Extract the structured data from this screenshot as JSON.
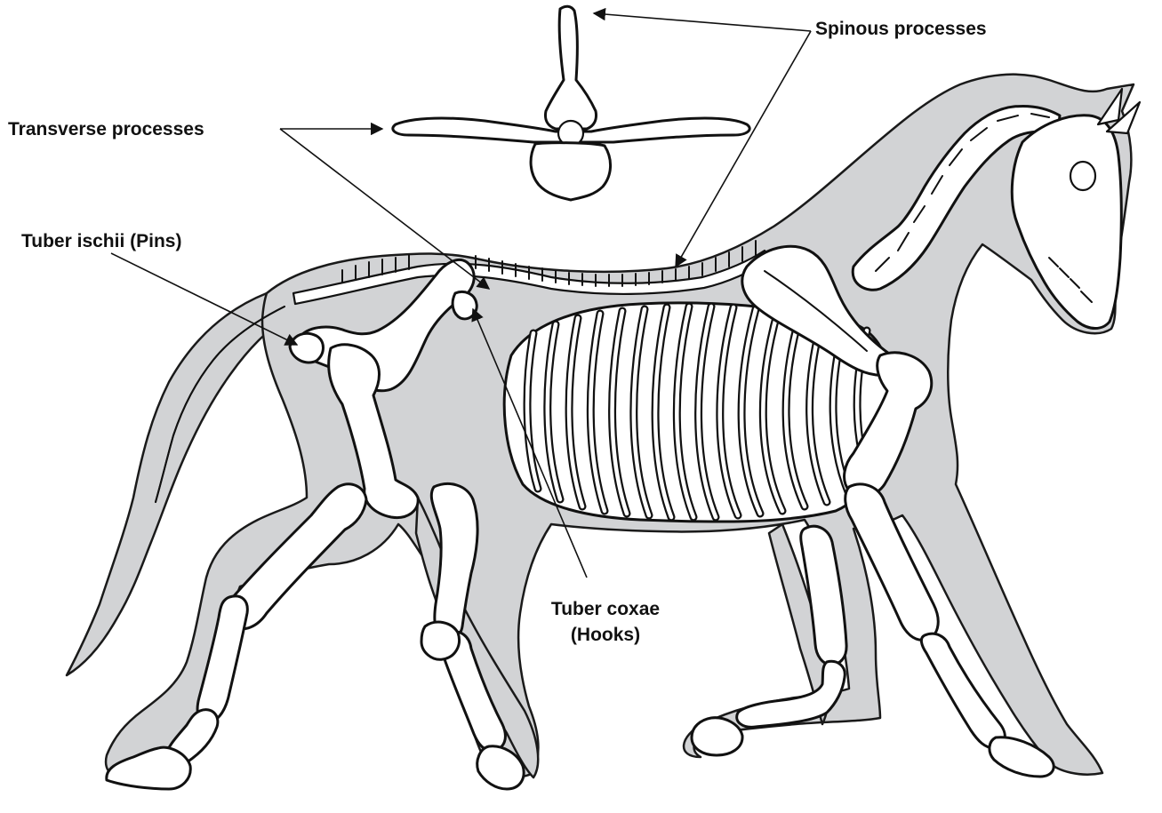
{
  "labels": {
    "spinous": "Spinous processes",
    "transverse": "Transverse processes",
    "tuber_ischii": "Tuber ischii (Pins)",
    "tuber_coxae_line1": "Tuber coxae",
    "tuber_coxae_line2": "(Hooks)"
  },
  "colors": {
    "body_silhouette": "#d2d3d5",
    "bone": "#ffffff",
    "outline": "#111111",
    "text": "#111111"
  }
}
